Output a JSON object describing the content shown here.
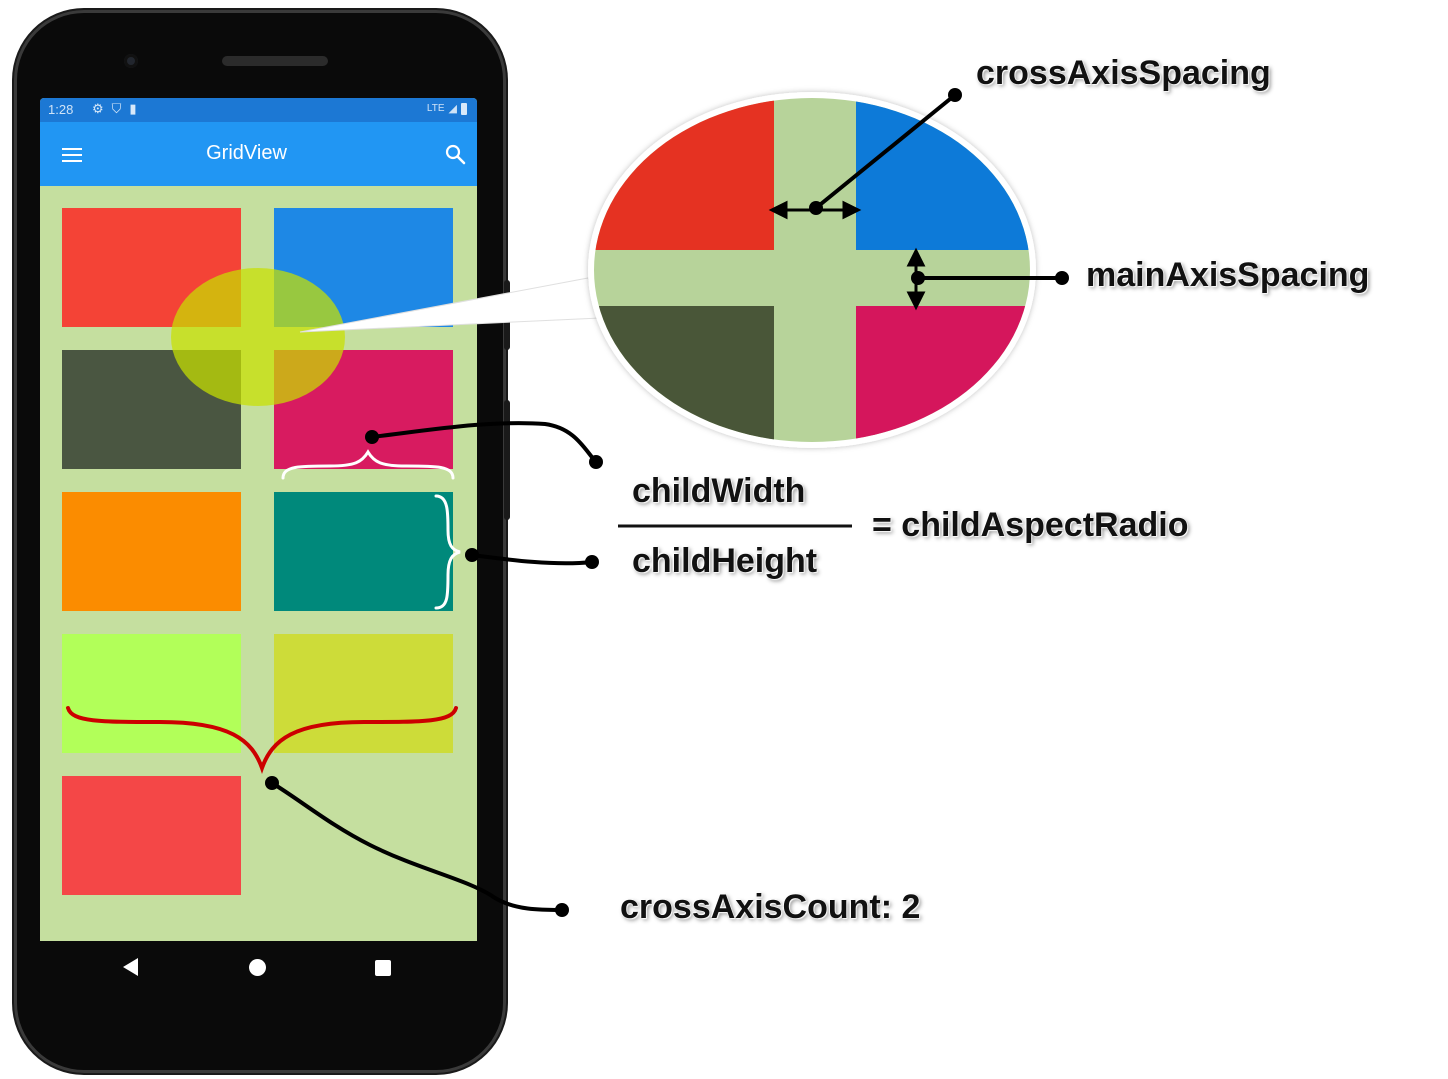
{
  "status_bar": {
    "time": "1:28",
    "network": "LTE"
  },
  "app_bar": {
    "title": "GridView"
  },
  "icons": {
    "menu": "hamburger-menu-icon",
    "search": "search-icon",
    "settings": "gear-icon",
    "shield": "shield-icon",
    "sim": "sim-card-icon",
    "battery": "battery-icon",
    "back": "back-triangle-icon",
    "home": "home-circle-icon",
    "recent": "recent-square-icon"
  },
  "grid": {
    "background": "#c5df9f",
    "tiles": [
      {
        "color": "#f44336"
      },
      {
        "color": "#1e88e5"
      },
      {
        "color": "#4a5641"
      },
      {
        "color": "#d81b60"
      },
      {
        "color": "#fb8c00"
      },
      {
        "color": "#00897b"
      },
      {
        "color": "#b2ff59"
      },
      {
        "color": "#cddc39"
      },
      {
        "color": "#f44747"
      }
    ]
  },
  "zoom": {
    "background": "#b7d39a",
    "tiles": [
      "#e53224",
      "#0a7ad8",
      "#4a5638",
      "#d5155b"
    ]
  },
  "labels": {
    "cross_axis_spacing": "crossAxisSpacing",
    "main_axis_spacing": "mainAxisSpacing",
    "child_width": "childWidth",
    "child_height": "childHeight",
    "aspect_ratio": "= childAspectRadio",
    "cross_axis_count": "crossAxisCount: 2"
  },
  "colors": {
    "app_bar": "#2196f3",
    "status_bar": "#1c78d4",
    "brace_red": "#cc0000",
    "brace_white": "#ffffff",
    "leader_line": "#000000"
  }
}
